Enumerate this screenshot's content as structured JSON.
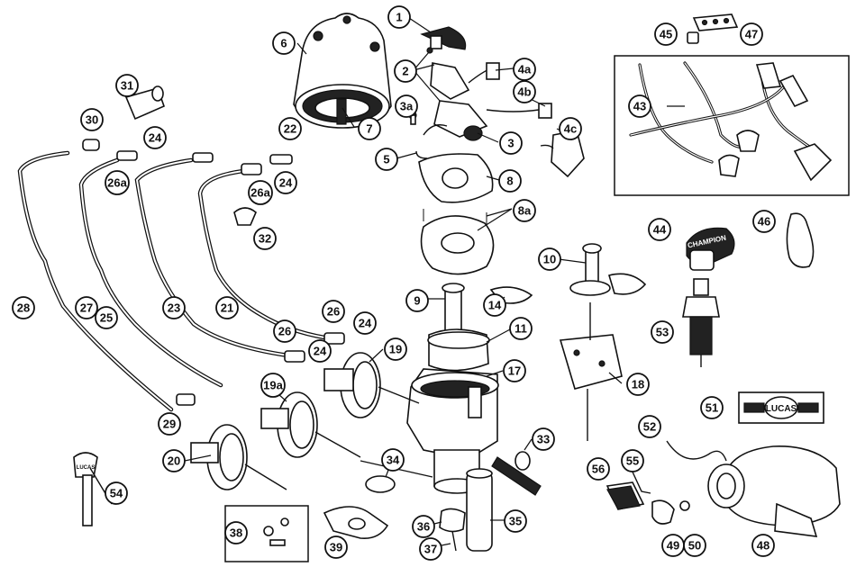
{
  "callouts": [
    "1",
    "2",
    "3",
    "3a",
    "4a",
    "4b",
    "4c",
    "5",
    "6",
    "7",
    "8",
    "8a",
    "9",
    "10",
    "11",
    "14",
    "17",
    "18",
    "19",
    "19a",
    "20",
    "21",
    "22",
    "23",
    "24",
    "25",
    "26",
    "26a",
    "27",
    "28",
    "29",
    "30",
    "31",
    "32",
    "33",
    "34",
    "35",
    "36",
    "37",
    "38",
    "39",
    "43",
    "44",
    "45",
    "46",
    "47",
    "48",
    "49",
    "50",
    "51",
    "52",
    "53",
    "54",
    "55",
    "56"
  ],
  "decals": {
    "plug_cap_brand": "CHAMPION",
    "badge_brand": "LUCAS",
    "key_brand": "LUCAS"
  }
}
